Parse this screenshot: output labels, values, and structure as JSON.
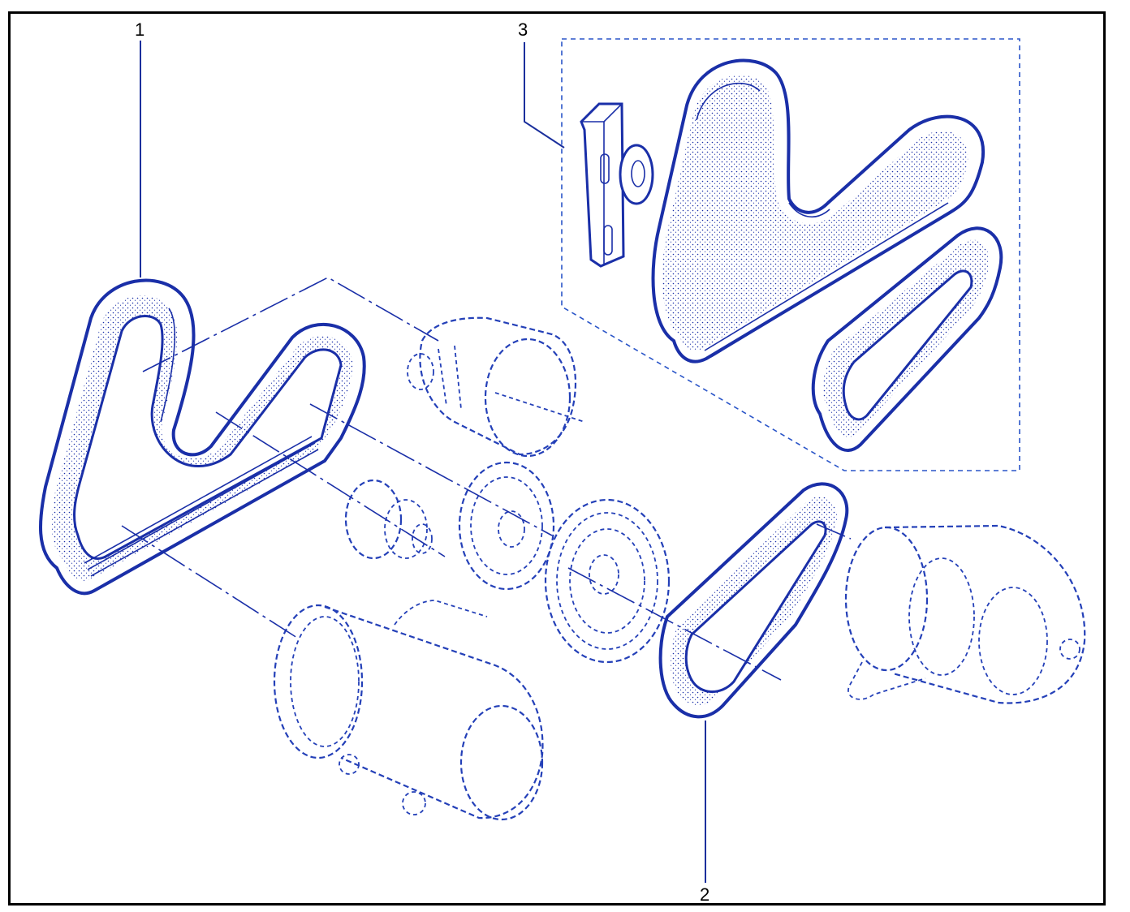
{
  "diagram": {
    "callouts": [
      {
        "id": "callout-1",
        "label": "1"
      },
      {
        "id": "callout-2",
        "label": "2"
      },
      {
        "id": "callout-3",
        "label": "3"
      }
    ],
    "colors": {
      "line": "#1a2fa8",
      "frame": "#000000",
      "background": "#ffffff"
    }
  }
}
